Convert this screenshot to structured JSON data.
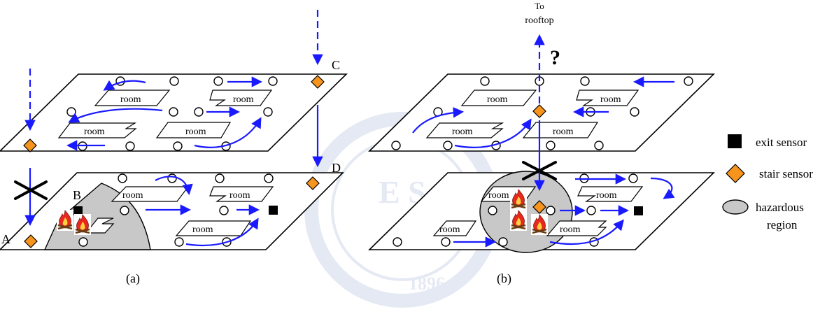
{
  "labels": {
    "point_a": "A",
    "point_b": "B",
    "point_c": "C",
    "point_d": "D",
    "rooftop_line1": "To",
    "rooftop_line2": "rooftop",
    "question_mark": "?",
    "caption_a": "(a)",
    "caption_b": "(b)"
  },
  "room_label": "room",
  "legend": {
    "exit_sensor": "exit sensor",
    "stair_sensor": "stair sensor",
    "hazardous_line1": "hazardous",
    "hazardous_line2": "region"
  },
  "watermark": {
    "letters": "E S",
    "year": "1896"
  },
  "colors": {
    "flow_arrow": "#1a1aff",
    "stair_sensor": "#f7941d",
    "exit_sensor": "#000000",
    "hazardous_region": "#c8c8c8",
    "fire": "#e8281e"
  },
  "icons": {
    "fire": "fire-icon",
    "blocked": "blocked-x-icon"
  }
}
